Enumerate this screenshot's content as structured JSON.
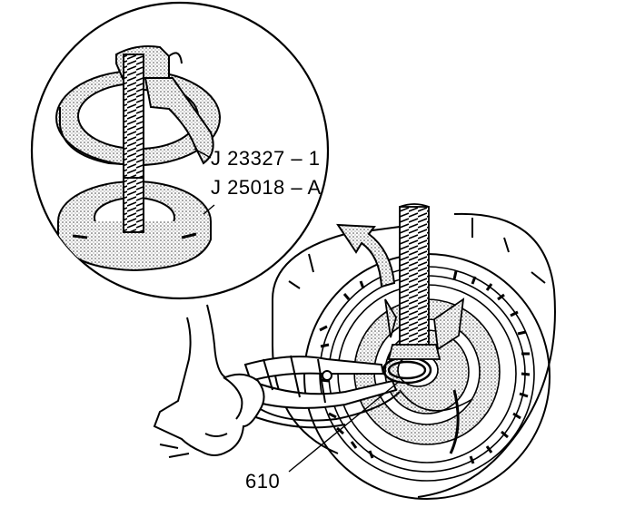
{
  "labels": {
    "tool_upper": "J 23327 – 1",
    "tool_lower": "J 25018 – A",
    "part_number": "610"
  }
}
